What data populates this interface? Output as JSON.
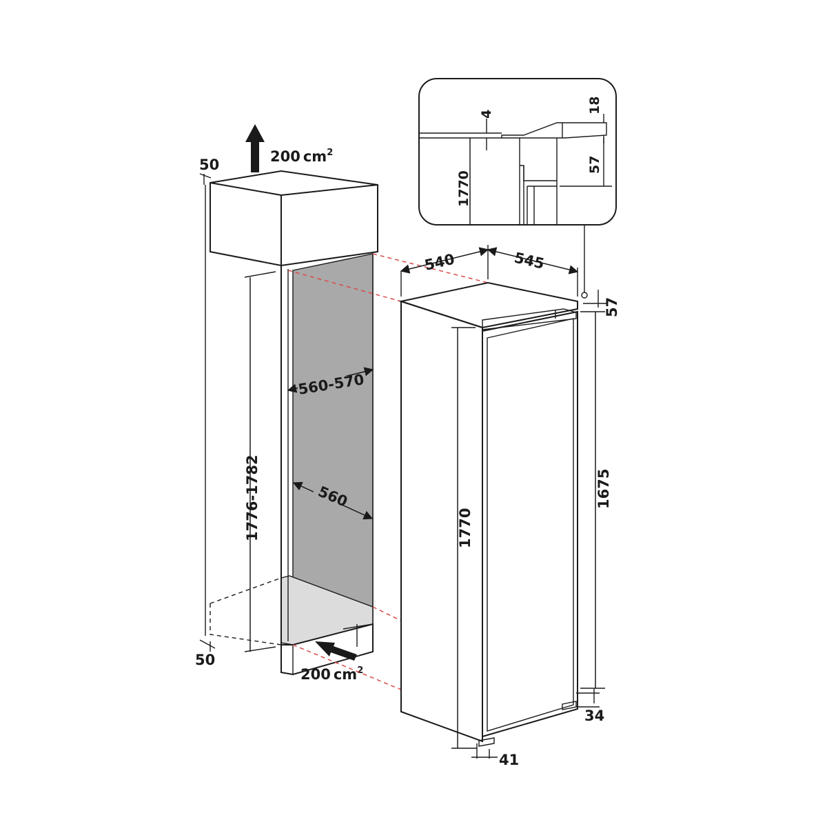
{
  "labels": {
    "top_vent_area": "200",
    "top_vent_unit": "cm",
    "top_vent_sup": "2",
    "bottom_vent_area": "200",
    "bottom_vent_unit": "cm",
    "bottom_vent_sup": "2",
    "top_offset": "50",
    "bottom_offset": "50",
    "niche_height": "1776-1782",
    "niche_width": "560-570",
    "niche_depth": "560",
    "appliance_width": "540",
    "appliance_depth": "545",
    "appliance_height": "1770",
    "top_gap": "57",
    "door_height": "1675",
    "door_bottom_offset": "34",
    "base_offset": "41",
    "detail_height": "1770",
    "detail_gap_top": "4",
    "detail_thickness": "18",
    "detail_gap": "57"
  },
  "colors": {
    "line": "#1a1a1a",
    "guide": "#d94a4a",
    "niche_back": "#a9a9a9",
    "niche_floor": "#dcdcdc",
    "appliance": "#ffffff"
  },
  "icons": {
    "top_arrow": "arrow-up-icon",
    "bottom_arrow": "arrow-diagonal-icon"
  }
}
